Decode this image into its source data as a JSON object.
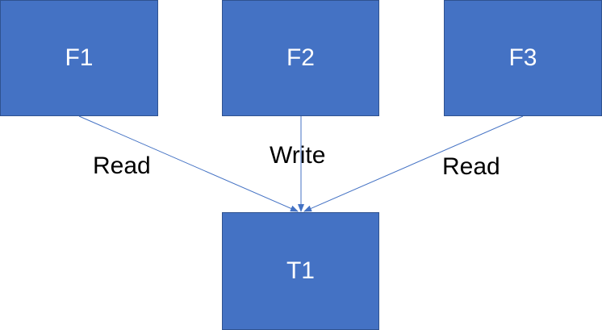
{
  "colors": {
    "node_fill": "#4472c4",
    "node_border": "#2f528f",
    "edge": "#4472c4",
    "label_text": "#000000",
    "node_text": "#ffffff"
  },
  "nodes": {
    "f1": {
      "label": "F1"
    },
    "f2": {
      "label": "F2"
    },
    "f3": {
      "label": "F3"
    },
    "t1": {
      "label": "T1"
    }
  },
  "edges": [
    {
      "from": "f1",
      "to": "t1",
      "label": "Read"
    },
    {
      "from": "f2",
      "to": "t1",
      "label": "Write"
    },
    {
      "from": "f3",
      "to": "t1",
      "label": "Read"
    }
  ]
}
